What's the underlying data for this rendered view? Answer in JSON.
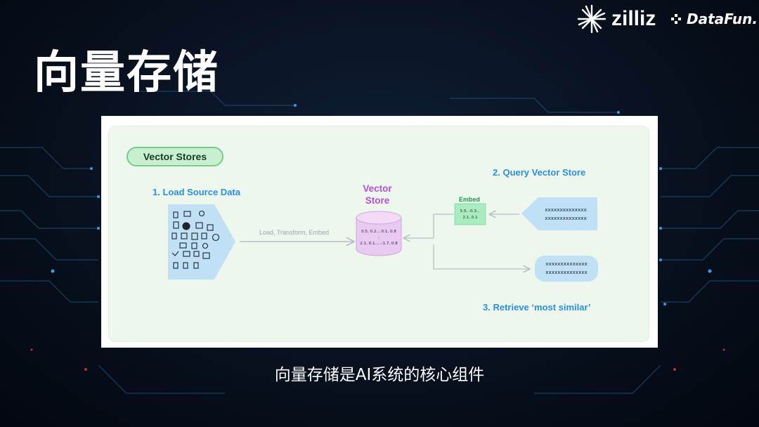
{
  "slide": {
    "title": "向量存储",
    "caption": "向量存储是AI系统的核心组件"
  },
  "brands": {
    "zilliz": "zilliz",
    "datafun": "DataFun."
  },
  "diagram": {
    "chip_label": "Vector Stores",
    "step1": "1. Load Source Data",
    "step2": "2. Query Vector Store",
    "step3": "3. Retrieve ‘most similar’",
    "vector_store_line1": "Vector",
    "vector_store_line2": "Store",
    "pipeline_label": "Load, Transform, Embed",
    "embed_label": "Embed",
    "embed_vec_line1": "5.5, -0.3...",
    "embed_vec_line2": "2.1, 0.1",
    "db_line1": "0.5, 0.2....0.1, 0.8",
    "db_line2": ":",
    "db_line3": "2.1, 0.1.....-1.7, 0.8",
    "query_line1": "xxxxxxxxxxxxxx",
    "query_line2": "xxxxxxxxxxxxxx",
    "result_line1": "xxxxxxxxxxxxxx",
    "result_line2": "xxxxxxxxxxxxxx"
  },
  "colors": {
    "accent_blue": "#2b8fe0",
    "accent_purple": "#b44ee0",
    "accent_green": "#1e9a4a",
    "source_fill": "#bfe0f5",
    "db_fill": "#e9c8f2"
  }
}
